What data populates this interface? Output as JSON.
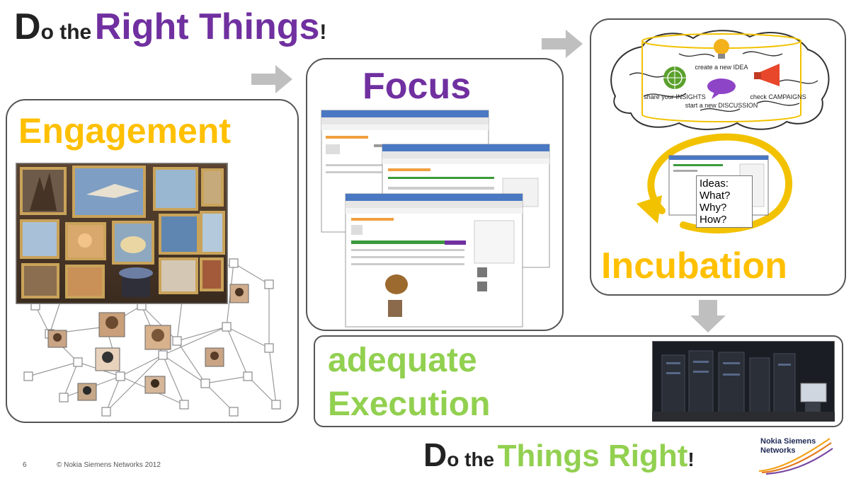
{
  "colors": {
    "purple": "#7030a0",
    "gold": "#ffc000",
    "green": "#92d050",
    "dark": "#222222",
    "arrow": "#bfbfbf"
  },
  "header": {
    "initial": "D",
    "rest1": "o the",
    "rest2": "Right Things",
    "bang": "!"
  },
  "footer_title": {
    "initial": "D",
    "rest1": "o the",
    "rest2": "Things Right",
    "bang": "!"
  },
  "panels": {
    "engagement": "Engagement",
    "focus": "Focus",
    "incubation": "Incubation",
    "execution_line1": "adequate",
    "execution_line2": "Execution"
  },
  "brain": {
    "idea": "create a new IDEA",
    "insights": "share your INSIGHTS",
    "discussion": "start a new DISCUSSION",
    "campaigns": "check CAMPAIGNS"
  },
  "incubation_card": {
    "lines": [
      "Ideas:",
      "What?",
      "Why?",
      "How?"
    ]
  },
  "footer": {
    "page": "6",
    "copyright": "© Nokia Siemens Networks 2012",
    "logo_line1": "Nokia Siemens",
    "logo_line2": "Networks"
  }
}
